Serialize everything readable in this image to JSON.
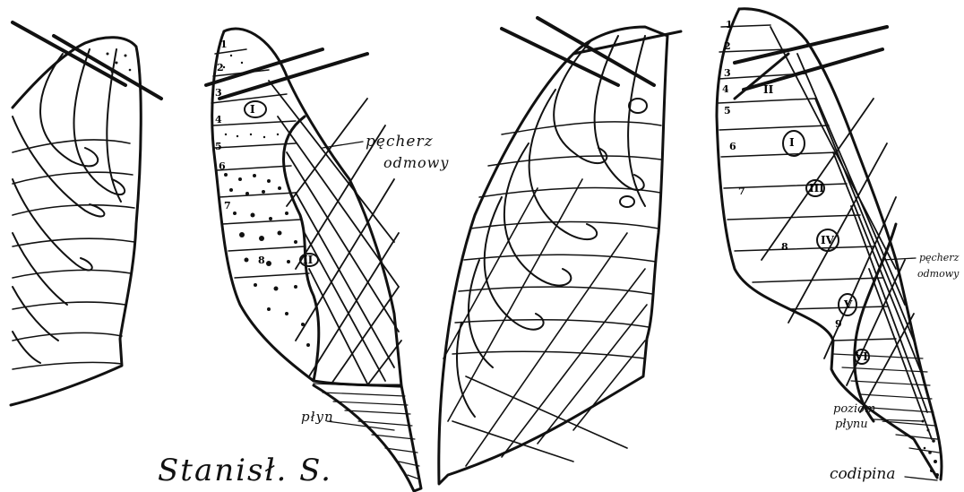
{
  "labels": {
    "pecherz": "pęcherz",
    "odmowy": "odmowy",
    "plyn": "płyn",
    "signature": "Stanisł. S.",
    "pecherz_small": "pęcherz",
    "odmowy_small": "odmowy",
    "poziom": "poziom",
    "plynu": "płynu",
    "codipina": "codipina"
  },
  "segment_numbers_left": [
    "1",
    "2",
    "3",
    "4",
    "5",
    "6",
    "7",
    "8"
  ],
  "segment_numbers_right": [
    "1",
    "2",
    "3",
    "4",
    "5",
    "6",
    "7",
    "8",
    "9"
  ],
  "roman_markers_left": [
    "I",
    "II"
  ],
  "roman_markers_right": [
    "I",
    "II",
    "III",
    "IV",
    "V",
    "VI"
  ]
}
